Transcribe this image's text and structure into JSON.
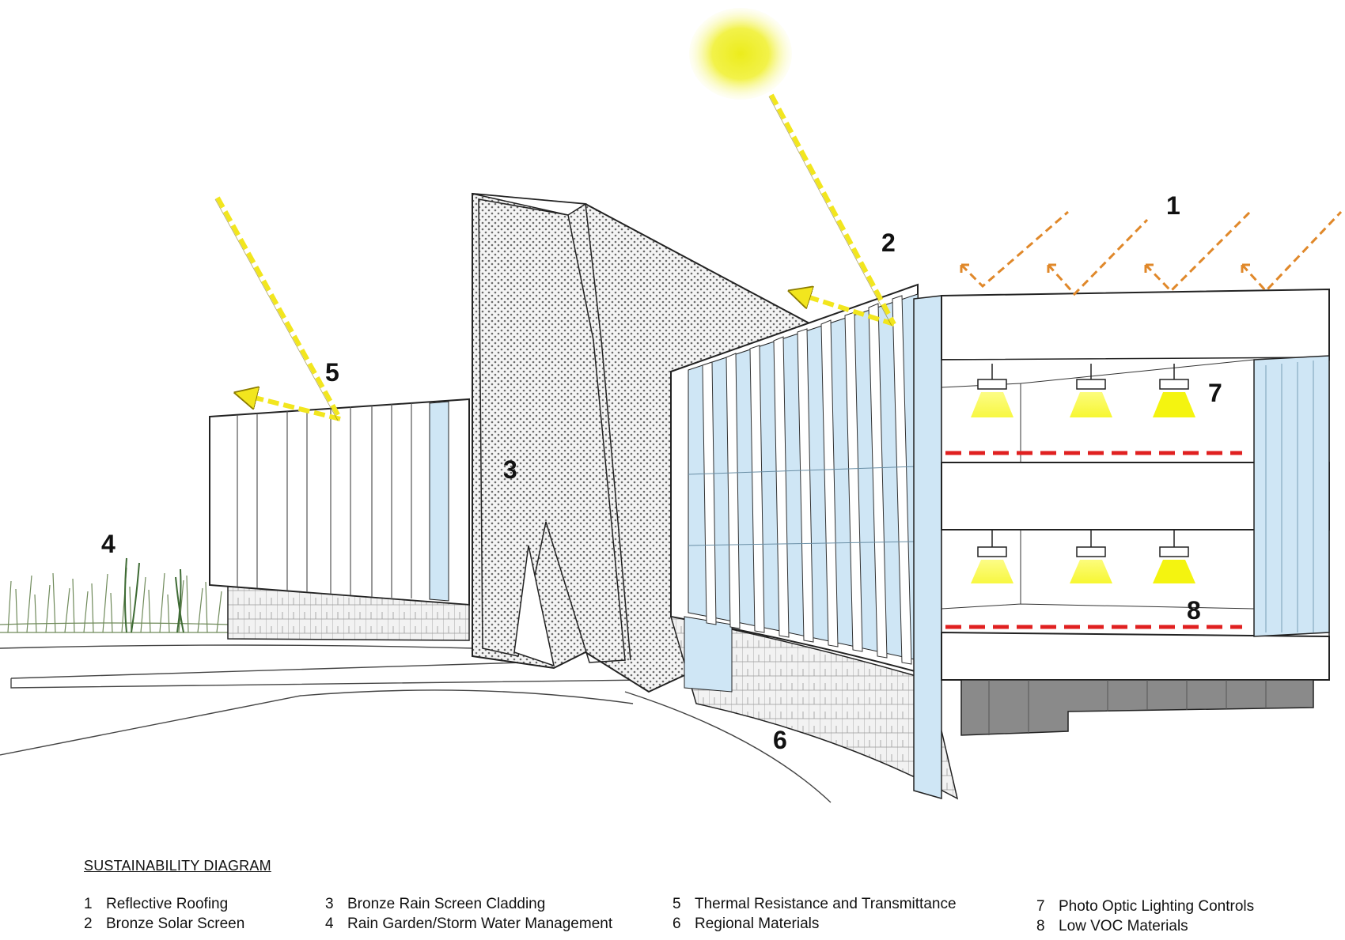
{
  "callouts": {
    "c1": "1",
    "c2": "2",
    "c3": "3",
    "c4": "4",
    "c5": "5",
    "c6": "6",
    "c7": "7",
    "c8": "8"
  },
  "legend": {
    "title": "SUSTAINABILITY DIAGRAM",
    "columns": [
      [
        {
          "num": "1",
          "label": "Reflective Roofing"
        },
        {
          "num": "2",
          "label": "Bronze Solar Screen"
        }
      ],
      [
        {
          "num": "3",
          "label": "Bronze Rain Screen Cladding"
        },
        {
          "num": "4",
          "label": "Rain Garden/Storm Water Management"
        }
      ],
      [
        {
          "num": "5",
          "label": "Thermal Resistance and Transmittance"
        },
        {
          "num": "6",
          "label": "Regional Materials"
        }
      ],
      [
        {
          "num": "7",
          "label": "Photo Optic Lighting Controls"
        },
        {
          "num": "8",
          "label": "Low VOC Materials"
        }
      ]
    ]
  },
  "colors": {
    "sun": "#f2f230",
    "sunray": "#f2e61e",
    "reflection": "#e0882a",
    "glass": "#cfe6f5",
    "voc_line": "#e02020",
    "light_beam": "#ffff66",
    "base_dark": "#8a8a8a"
  },
  "icons": [
    "sun-icon",
    "light-fixture-icon",
    "arrow-icon"
  ]
}
